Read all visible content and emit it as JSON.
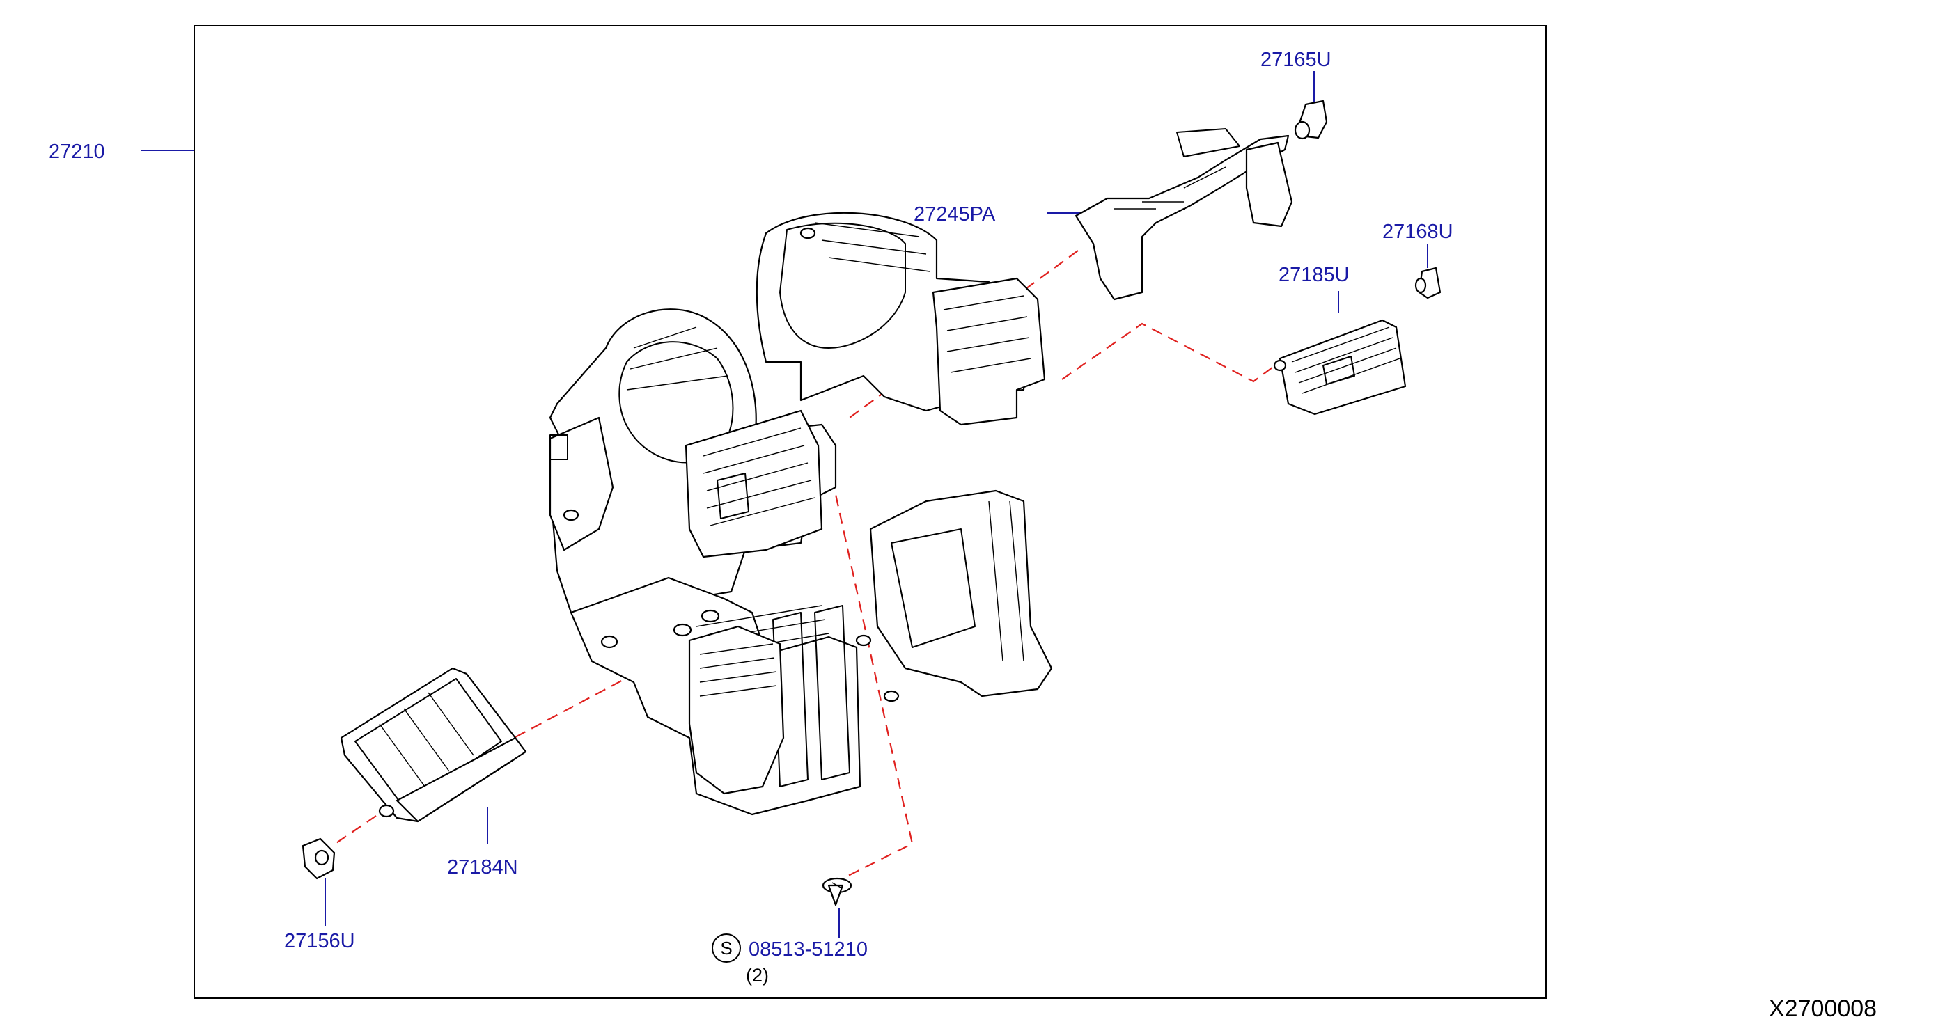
{
  "colors": {
    "part_label": "#1a1aa6",
    "dashed_line": "#e0201e",
    "outline": "#000000"
  },
  "labels": {
    "housing": "27210",
    "actuator_top": "27165U",
    "duct_top": "27245PA",
    "clip_right": "27168U",
    "core_right": "27185U",
    "core_left": "27184N",
    "clip_left": "27156U",
    "screw": "08513-51210"
  },
  "screw": {
    "symbol": "S",
    "quantity": "(2)"
  },
  "diagram_code": "X2700008"
}
